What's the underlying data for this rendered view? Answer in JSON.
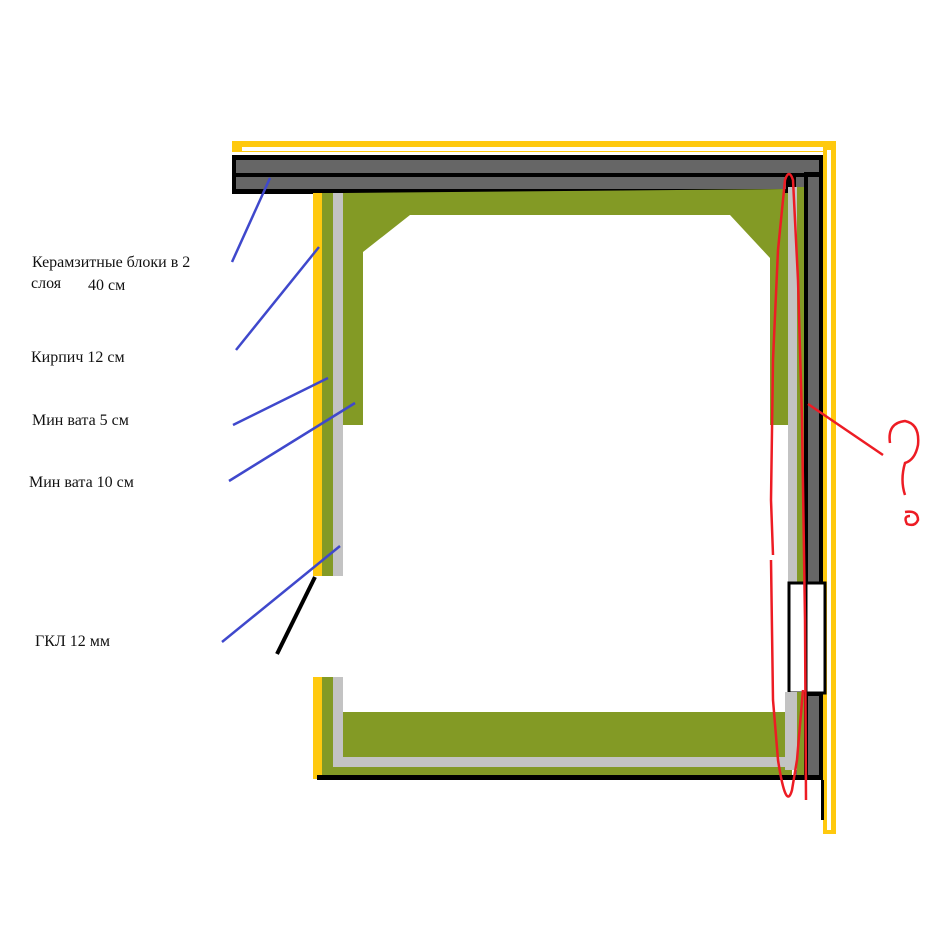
{
  "labels": {
    "blocks_line1": "Керамзитные блоки в 2",
    "blocks_line2": "слоя",
    "blocks_thickness": "40 см",
    "brick": "Кирпич 12 см",
    "minwool5": "Мин вата 5 см",
    "minwool10": "Мин вата 10 см",
    "gkl": "ГКЛ 12 мм"
  },
  "annotation": {
    "question": "?"
  },
  "colors": {
    "yellow": "#ffc90e",
    "block_gray": "#666666",
    "wool_green": "#839a25",
    "gkl_gray": "#c3c3c3",
    "leader_blue": "#3f48cc",
    "question_red": "#ed1c24"
  }
}
